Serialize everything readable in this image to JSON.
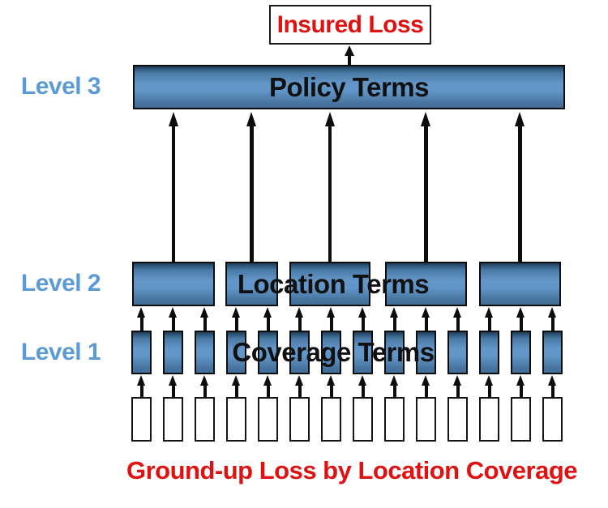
{
  "diagram": {
    "insured_loss_label": "Insured Loss",
    "policy_terms_label": "Policy Terms",
    "location_terms_label": "Location Terms",
    "coverage_terms_label": "Coverage Terms",
    "caption": "Ground-up Loss by Location Coverage",
    "level_labels": [
      "Level 3",
      "Level 2",
      "Level 1"
    ],
    "level2_box_count": 5,
    "level1_box_count": 14,
    "ground_box_count": 14,
    "colors": {
      "level_label_blue": "#5b9bd5",
      "text_red": "#e01111",
      "box_gradient_top": "#1f3e5a",
      "box_gradient_mid": "#6497c9",
      "box_gradient_bottom": "#426d98",
      "arrow_black": "#0d0d0d"
    }
  }
}
